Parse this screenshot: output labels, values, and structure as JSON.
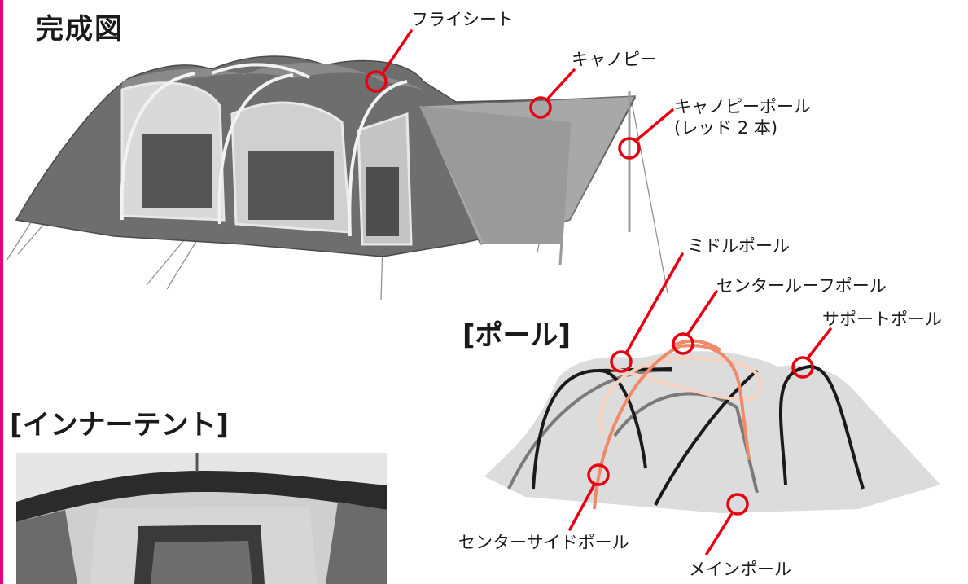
{
  "titles": {
    "complete": "完成図",
    "poles": "[ポール]",
    "inner_tent": "[インナーテント]"
  },
  "callouts": {
    "flysheet": "フライシート",
    "canopy": "キャノピー",
    "canopy_pole_line1": "キャノピーポール",
    "canopy_pole_line2": "(レッド 2 本)",
    "middle_pole": "ミドルポール",
    "center_roof_pole": "センタールーフポール",
    "support_pole": "サポートポール",
    "center_side_pole": "センターサイドポール",
    "main_pole": "メインポール"
  },
  "colors": {
    "edge": "#e6007e",
    "marker": "#e60012",
    "pole_dark": "#1a1a1a",
    "pole_orange": "#f08a6a",
    "pole_peach": "#f9d2bf",
    "tent_shadow": "#dcdcdc"
  }
}
